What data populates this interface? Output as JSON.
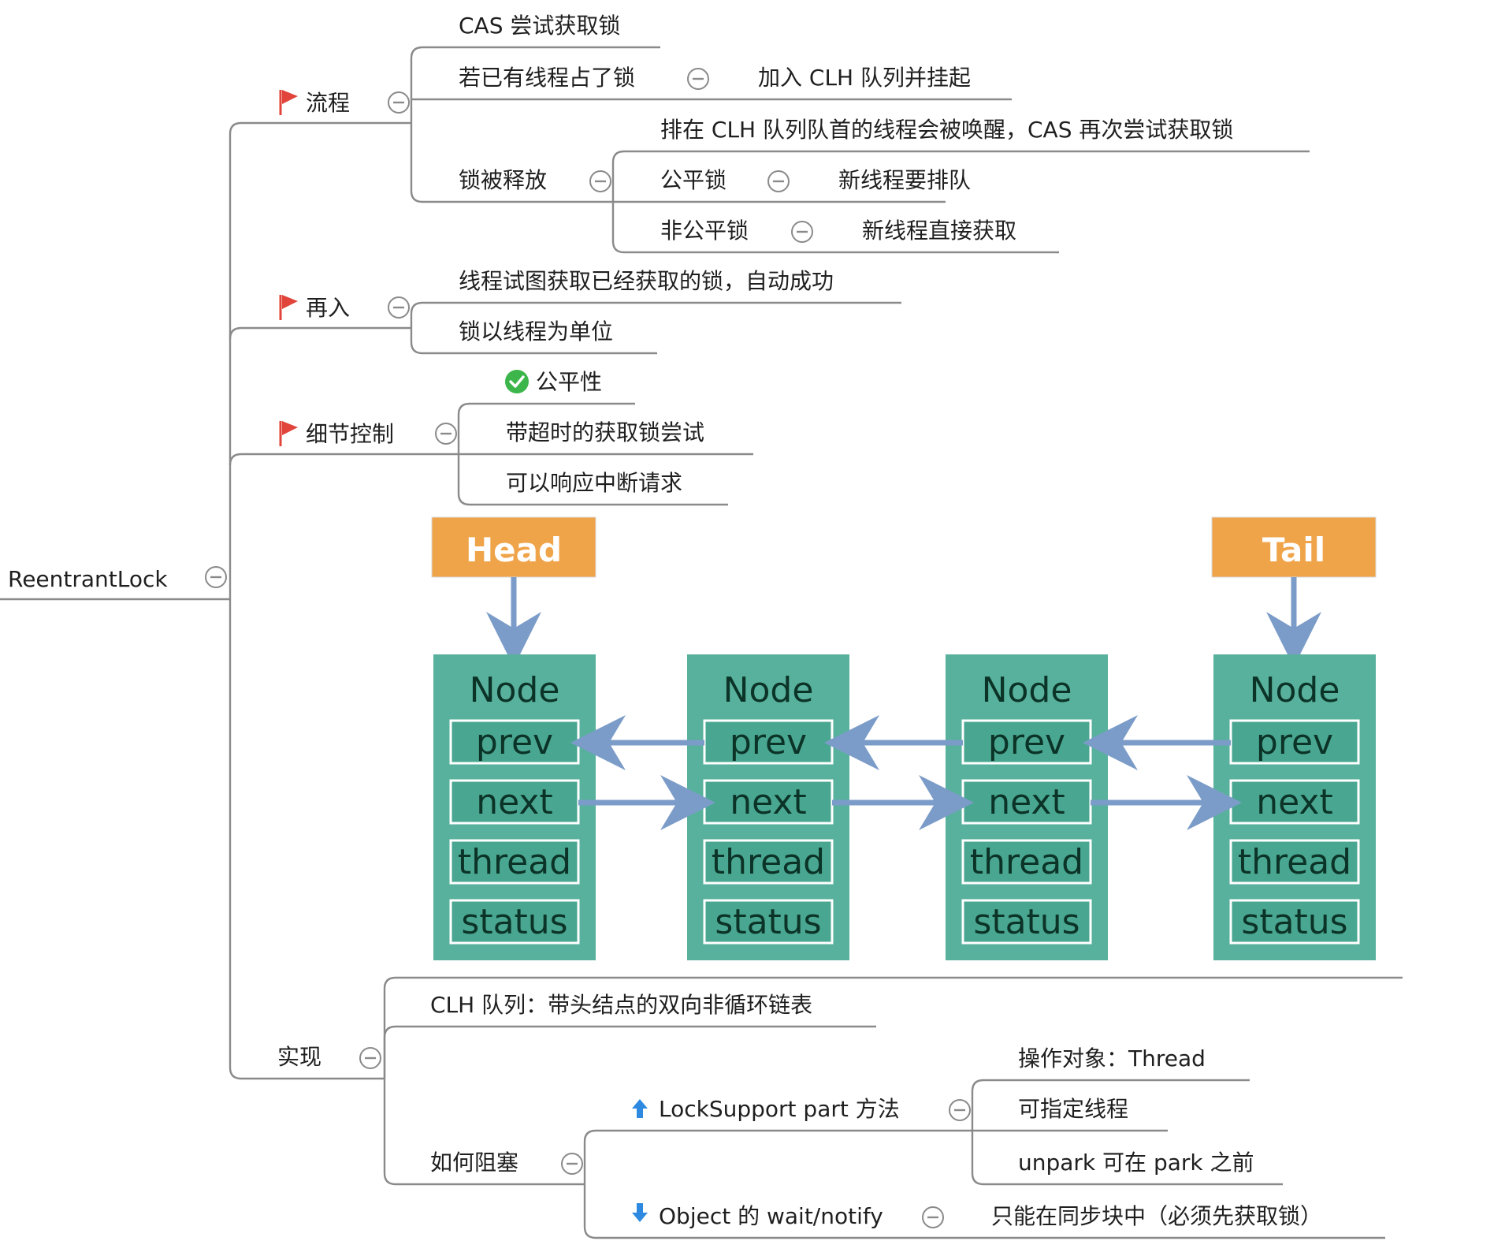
{
  "root": {
    "label": "ReentrantLock"
  },
  "branches": {
    "process": {
      "label": "流程",
      "cas_try": "CAS 尝试获取锁",
      "occupied": {
        "label": "若已有线程占了锁",
        "child": "加入 CLH 队列并挂起"
      },
      "released": {
        "label": "锁被释放",
        "wake": "排在 CLH 队列队首的线程会被唤醒，CAS 再次尝试获取锁",
        "fair": {
          "label": "公平锁",
          "child": "新线程要排队"
        },
        "unfair": {
          "label": "非公平锁",
          "child": "新线程直接获取"
        }
      }
    },
    "reentry": {
      "label": "再入",
      "items": [
        "线程试图获取已经获取的锁，自动成功",
        "锁以线程为单位"
      ]
    },
    "detail": {
      "label": "细节控制",
      "items": [
        "公平性",
        "带超时的获取锁尝试",
        "可以响应中断请求"
      ]
    },
    "impl": {
      "label": "实现",
      "clh": "CLH 队列：带头结点的双向非循环链表",
      "block": {
        "label": "如何阻塞",
        "locksupport": {
          "label": "LockSupport part 方法",
          "items": [
            "操作对象：Thread",
            "可指定线程",
            "unpark 可在 park 之前"
          ]
        },
        "object_wait": {
          "label": "Object 的 wait/notify",
          "child": "只能在同步块中（必须先获取锁）"
        }
      }
    }
  },
  "clh_diagram": {
    "head_label": "Head",
    "tail_label": "Tail",
    "node_title": "Node",
    "fields": [
      "prev",
      "next",
      "thread",
      "status"
    ],
    "node_count": 4
  },
  "colors": {
    "flag": "#e0443a",
    "check": "#3cb54a",
    "arrow_up": "#2e8ae0",
    "arrow_down": "#2e8ae0",
    "head_tail_fill": "#f0a44a",
    "node_fill": "#57b19c",
    "field_fill": "#49a791",
    "link_arrow": "#7b9cc8",
    "line": "#8a8a8a"
  }
}
